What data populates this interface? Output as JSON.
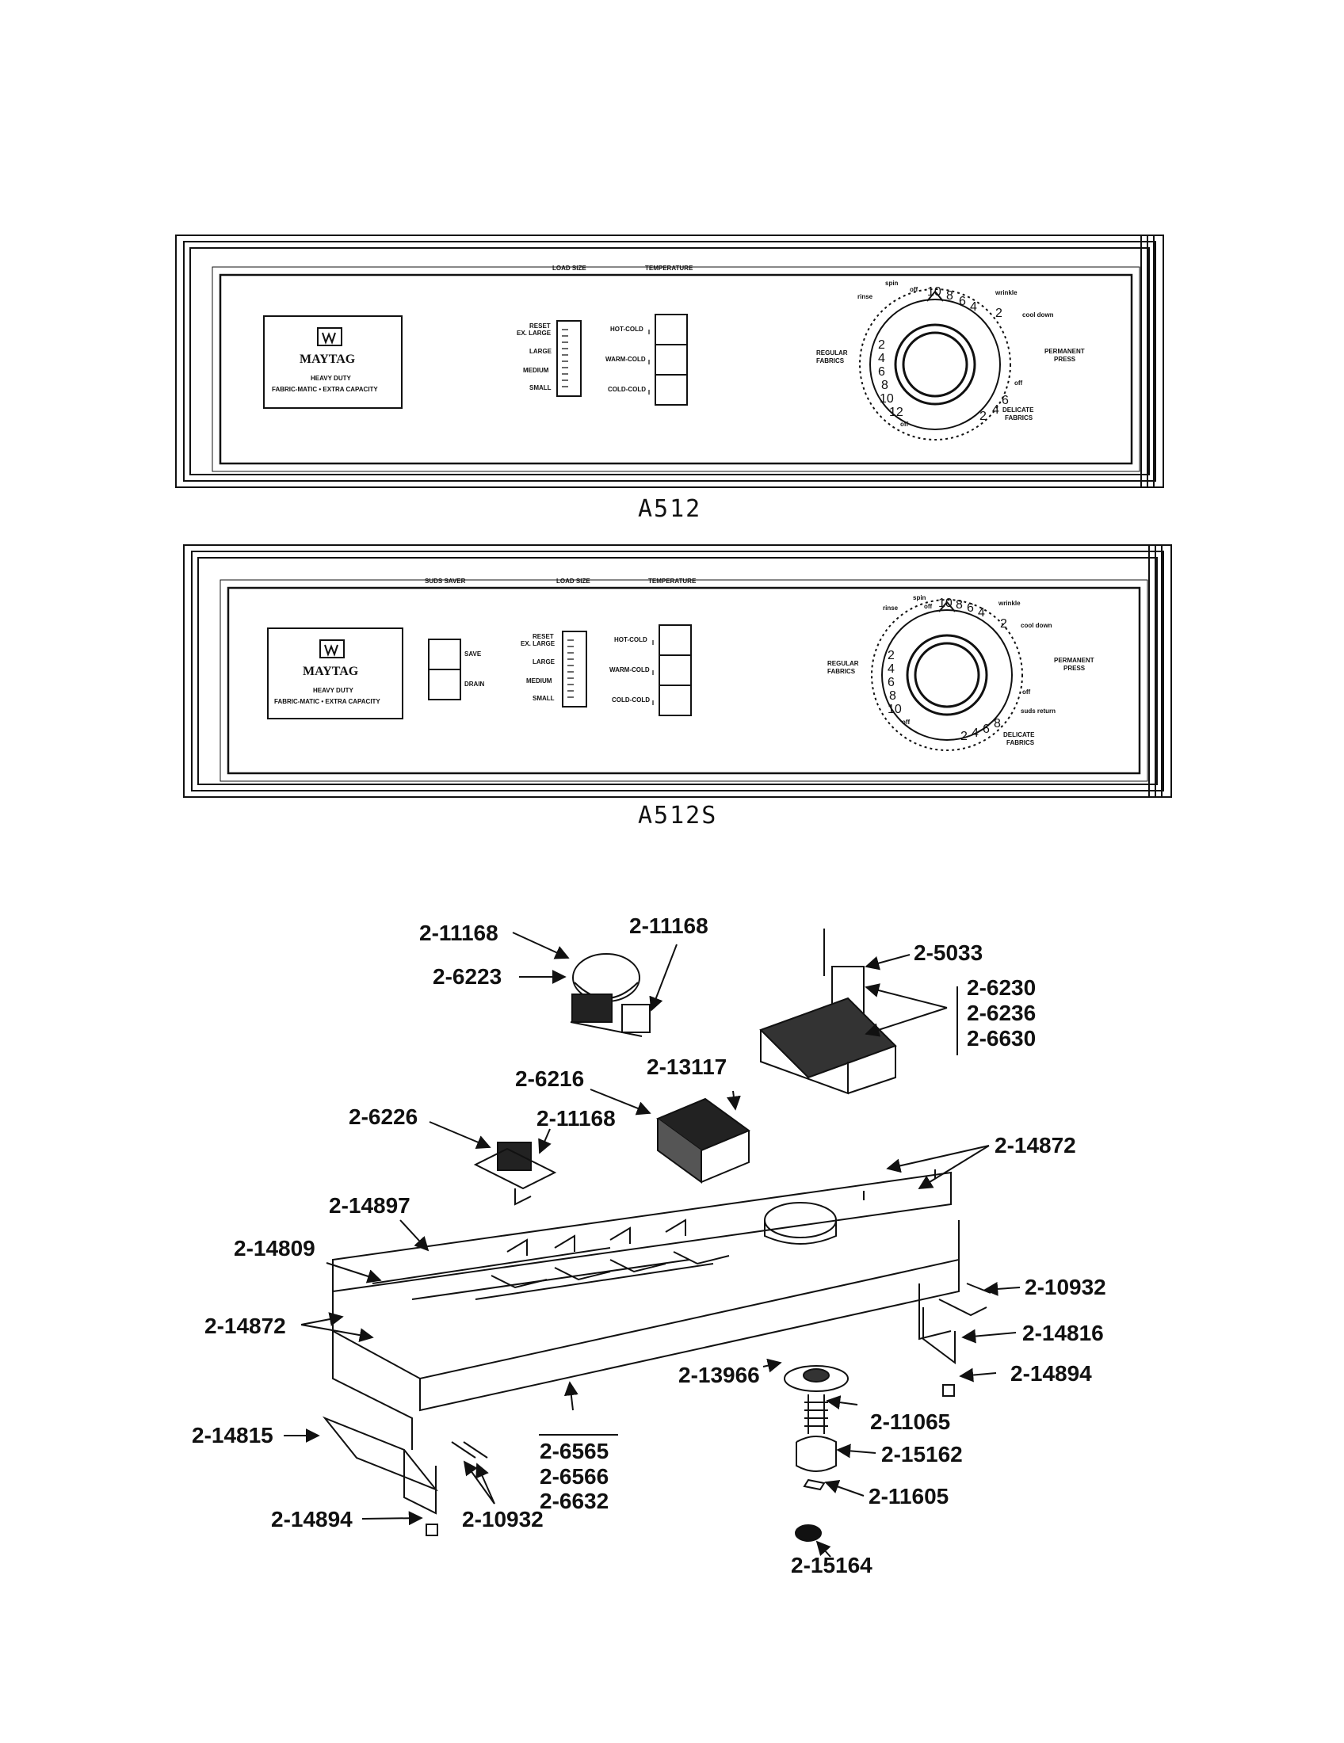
{
  "panels": [
    {
      "caption": "A512",
      "brand": "MAYTAG",
      "brand_line1": "HEAVY DUTY",
      "brand_line2": "FABRIC-MATIC • EXTRA CAPACITY",
      "header_load_size": "LOAD SIZE",
      "header_temperature": "TEMPERATURE",
      "load_sizes": [
        "RESET",
        "EX. LARGE",
        "LARGE",
        "MEDIUM",
        "SMALL"
      ],
      "temperatures": [
        "HOT-COLD",
        "WARM-COLD",
        "COLD-COLD"
      ],
      "dial": {
        "left_label": [
          "REGULAR",
          "FABRICS"
        ],
        "right_label": [
          "PERMANENT",
          "PRESS"
        ],
        "bottom_label": [
          "DELICATE",
          "FABRICS"
        ],
        "top_words": [
          "rinse",
          "spin",
          "off",
          "wrinkle",
          "cool down"
        ],
        "top_numbers": [
          "10",
          "8",
          "6",
          "4",
          "2"
        ],
        "left_numbers": [
          "2",
          "4",
          "6",
          "8",
          "10",
          "12"
        ],
        "bottom_numbers": [
          "2",
          "4",
          "6"
        ],
        "off_words": [
          "off",
          "off"
        ]
      }
    },
    {
      "caption": "A512S",
      "brand": "MAYTAG",
      "brand_line1": "HEAVY DUTY",
      "brand_line2": "FABRIC-MATIC • EXTRA CAPACITY",
      "header_suds": "SUDS SAVER",
      "header_load_size": "LOAD SIZE",
      "header_temperature": "TEMPERATURE",
      "suds": [
        "SAVE",
        "DRAIN"
      ],
      "load_sizes": [
        "RESET",
        "EX. LARGE",
        "LARGE",
        "MEDIUM",
        "SMALL"
      ],
      "temperatures": [
        "HOT-COLD",
        "WARM-COLD",
        "COLD-COLD"
      ],
      "dial": {
        "left_label": [
          "REGULAR",
          "FABRICS"
        ],
        "right_label": [
          "PERMANENT",
          "PRESS"
        ],
        "bottom_label": [
          "DELICATE",
          "FABRICS"
        ],
        "top_words": [
          "rinse",
          "spin",
          "off",
          "wrinkle",
          "cool down",
          "suds return"
        ],
        "top_numbers": [
          "10",
          "8",
          "6",
          "4",
          "2"
        ],
        "left_numbers": [
          "2",
          "4",
          "6",
          "8",
          "10"
        ],
        "bottom_numbers": [
          "2",
          "4",
          "6",
          "8"
        ],
        "off_words": [
          "off",
          "off"
        ]
      }
    }
  ],
  "part_labels": {
    "p1": "2-11168",
    "p2": "2-11168",
    "p3": "2-6223",
    "p4": "2-5033",
    "p5": "2-6230",
    "p6": "2-6236",
    "p7": "2-6630",
    "p8": "2-6216",
    "p9": "2-13117",
    "p10": "2-6226",
    "p11": "2-11168",
    "p12": "2-14872",
    "p13": "2-14897",
    "p14": "2-14809",
    "p15": "2-10932",
    "p16": "2-14872",
    "p17": "2-14816",
    "p18": "2-13966",
    "p19": "2-14894",
    "p20": "2-11065",
    "p21": "2-14815",
    "p22": "2-6565",
    "p23": "2-6566",
    "p24": "2-6632",
    "p25": "2-15162",
    "p26": "2-11605",
    "p27": "2-14894",
    "p28": "2-10932",
    "p29": "2-15164"
  }
}
